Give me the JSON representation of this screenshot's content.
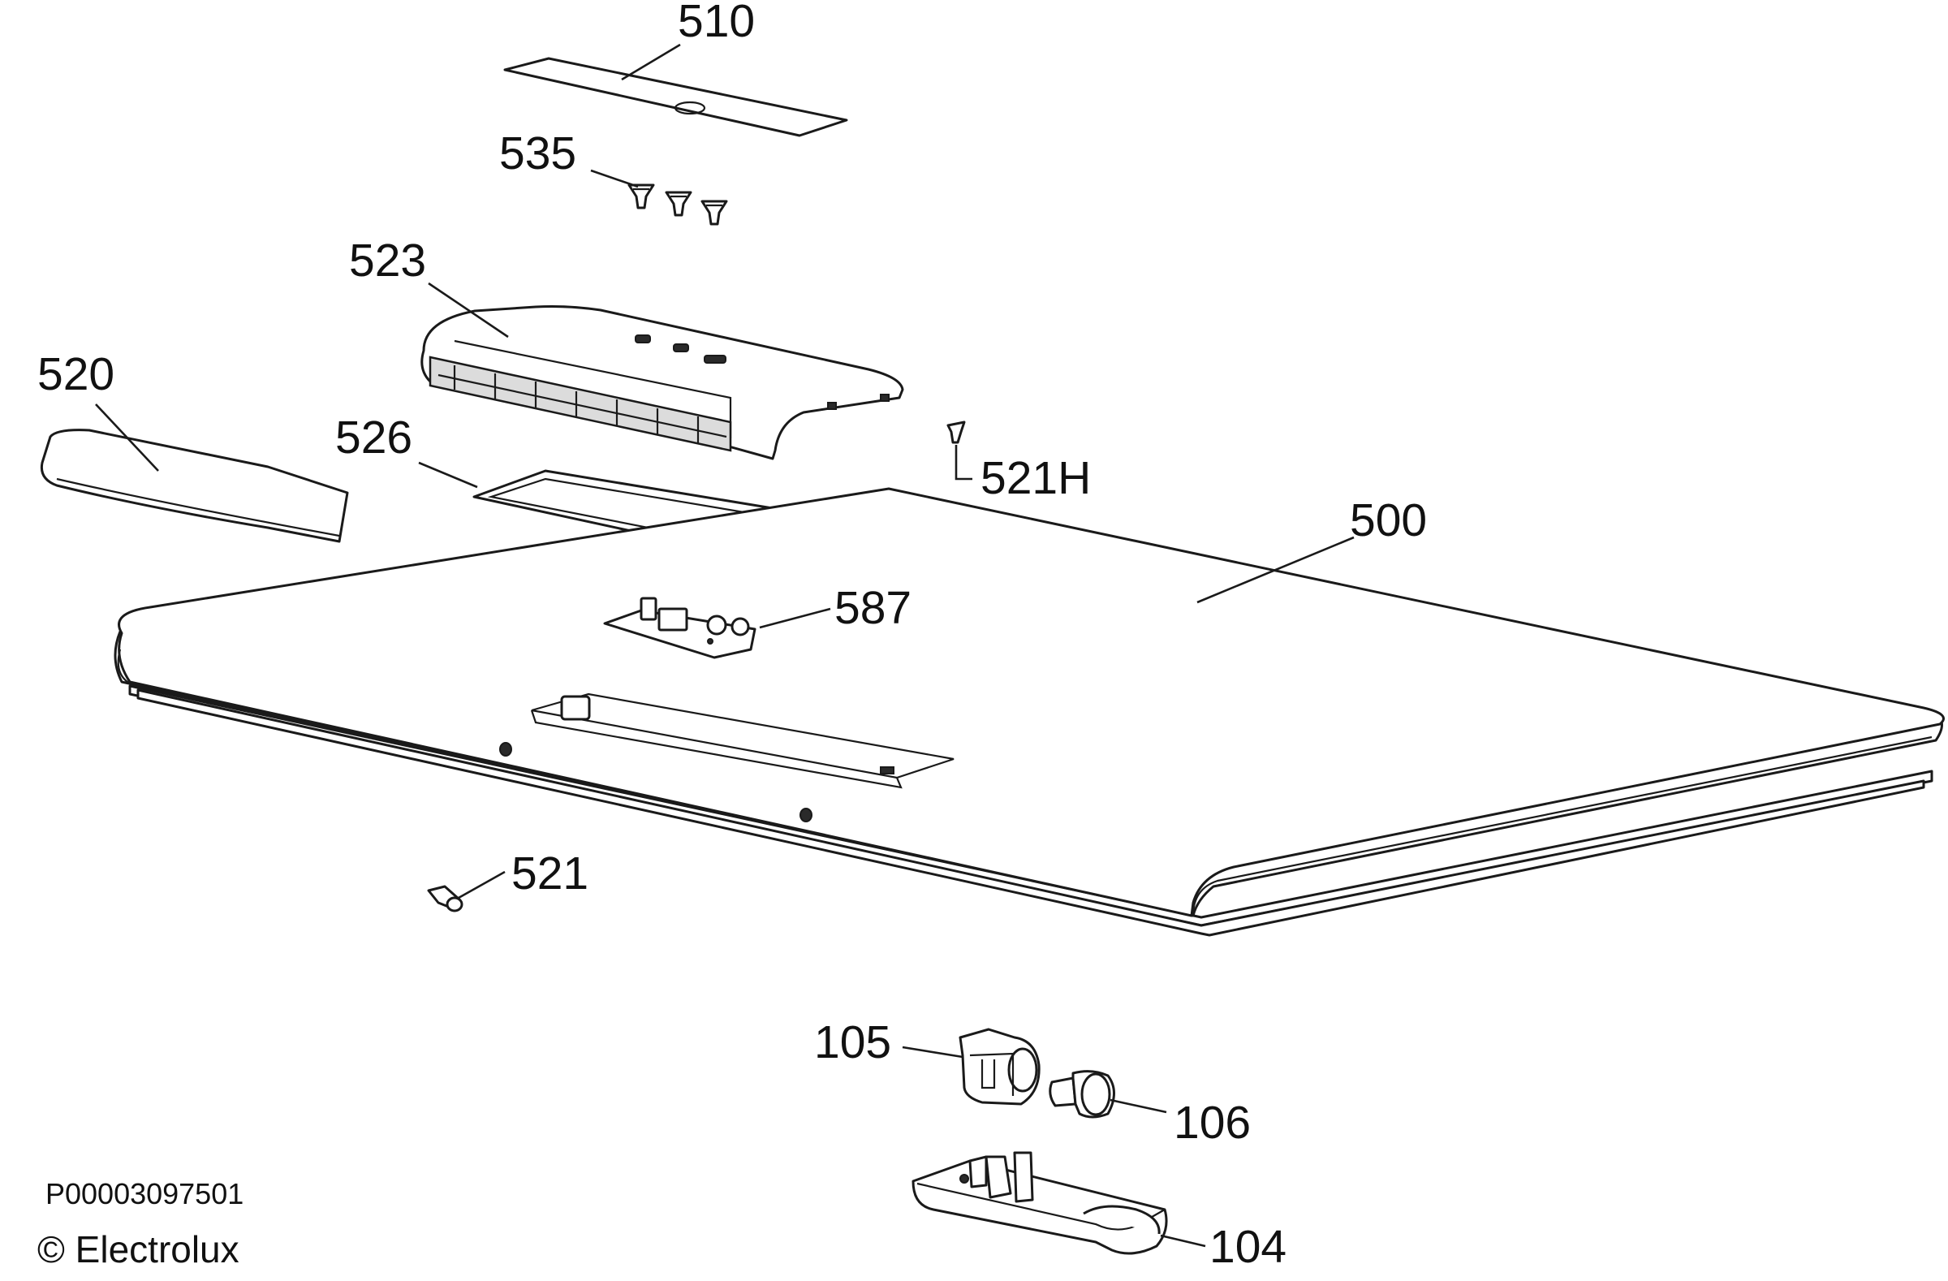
{
  "diagram": {
    "callouts": {
      "p510": "510",
      "p535": "535",
      "p523": "523",
      "p520": "520",
      "p526": "526",
      "p521h": "521H",
      "p500": "500",
      "p587": "587",
      "p521": "521",
      "p105": "105",
      "p106": "106",
      "p104": "104"
    },
    "document_id": "P00003097501",
    "copyright": "© Electrolux"
  }
}
